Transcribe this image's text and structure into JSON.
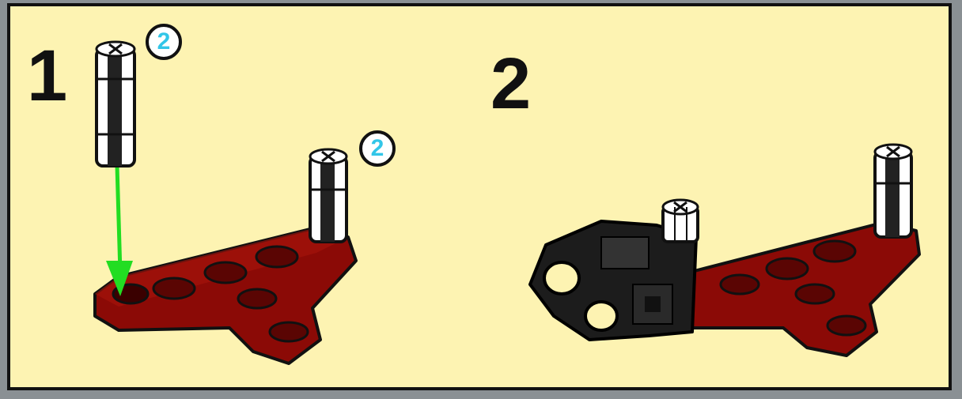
{
  "steps": [
    {
      "number": "1",
      "quantity_badges": [
        "2",
        "2"
      ]
    },
    {
      "number": "2"
    }
  ],
  "colors": {
    "background": "#fdf3b2",
    "border": "#111111",
    "plate_red": "#8b0a06",
    "connector_black": "#1c1c1c",
    "axle_white": "#ffffff",
    "arrow_green": "#22dd22",
    "badge_number": "#32c6e8"
  },
  "icons": [
    "axle-pin-icon",
    "triangle-plate-icon",
    "pin-connector-icon",
    "assembly-arrow-icon"
  ]
}
